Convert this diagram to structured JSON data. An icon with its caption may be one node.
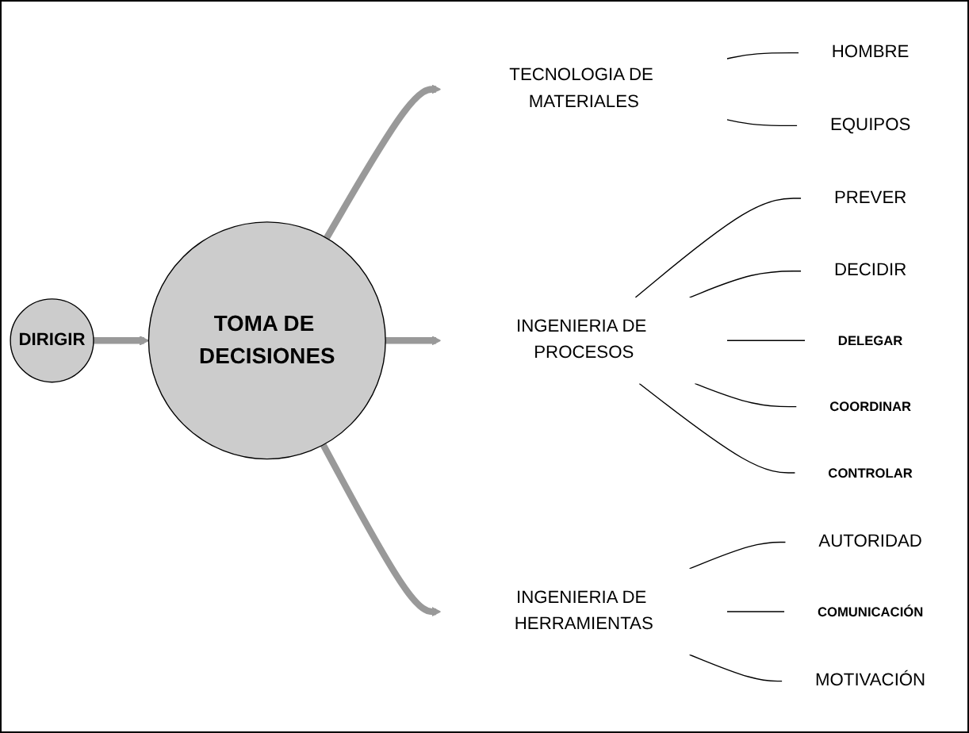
{
  "diagram": {
    "nodes": [
      {
        "text": [
          "DIRIGIR"
        ]
      },
      {
        "text": [
          "TOMA DE DECISIONES"
        ]
      },
      {
        "text": [
          "TECNOLOGIA DE MATERIALES"
        ]
      },
      {
        "text": [
          "HOMBRE"
        ]
      },
      {
        "text": [
          "EQUIPOS"
        ]
      },
      {
        "text": [
          "INGENIERIA DE PROCESOS"
        ]
      },
      {
        "text": [
          "PREVER"
        ]
      },
      {
        "text": [
          "DECIDIR"
        ]
      },
      {
        "text": [
          "DELEGAR"
        ]
      },
      {
        "text": [
          "COORDINAR"
        ]
      },
      {
        "text": [
          "CONTROLAR"
        ]
      },
      {
        "text": [
          "INGENIERIA DE HERRAMIENTAS"
        ]
      },
      {
        "text": [
          "AUTORIDAD"
        ]
      },
      {
        "text": [
          "COMUNICACIÓN"
        ]
      },
      {
        "text": [
          "MOTIVACIÓN"
        ]
      }
    ],
    "edges": [
      {
        "from": 0,
        "to": 1,
        "arrow": "to",
        "style": "thick",
        "color": "#999999"
      },
      {
        "from": 1,
        "to": 2,
        "arrow": "to",
        "style": "thick",
        "color": "#999999"
      },
      {
        "from": 1,
        "to": 5,
        "arrow": "to",
        "style": "thick",
        "color": "#999999"
      },
      {
        "from": 1,
        "to": 11,
        "arrow": "to",
        "style": "thick",
        "color": "#999999"
      },
      {
        "from": 2,
        "to": 3,
        "arrow": "none"
      },
      {
        "from": 2,
        "to": 4,
        "arrow": "none"
      },
      {
        "from": 5,
        "to": 6,
        "arrow": "none"
      },
      {
        "from": 5,
        "to": 7,
        "arrow": "none"
      },
      {
        "from": 5,
        "to": 8,
        "arrow": "none"
      },
      {
        "from": 5,
        "to": 9,
        "arrow": "none"
      },
      {
        "from": 5,
        "to": 10,
        "arrow": "none"
      },
      {
        "from": 11,
        "to": 12,
        "arrow": "none"
      },
      {
        "from": 11,
        "to": 13,
        "arrow": "none"
      },
      {
        "from": 11,
        "to": 14,
        "arrow": "none"
      }
    ]
  }
}
